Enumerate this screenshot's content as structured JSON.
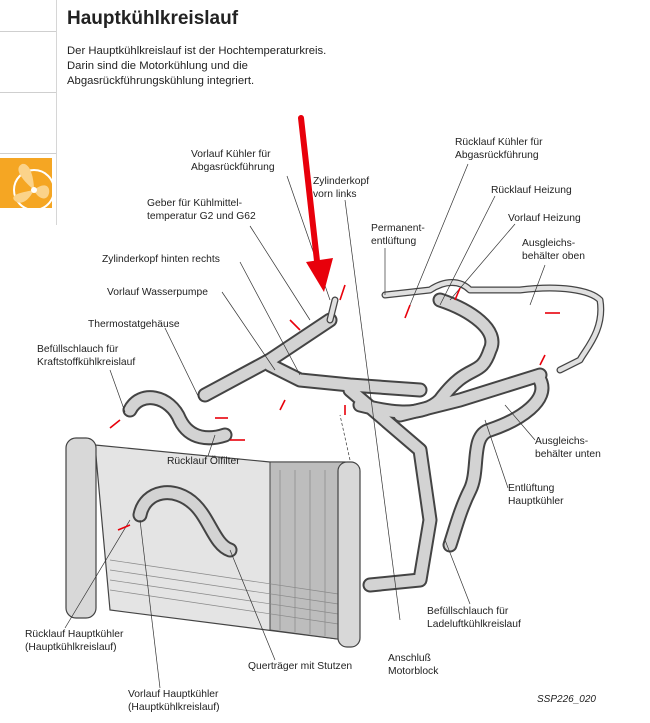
{
  "page": {
    "title": "Hauptkühlkreislauf",
    "intro": "Der Hauptkühlkreislauf ist der Hochtemperaturkreis. Darin sind die Motorkühlung und die Abgasrückführungskühlung integriert.",
    "figure_code": "SSP226_020"
  },
  "labels": {
    "vorlauf_kuehler_agr": "Vorlauf Kühler für\nAbgasrückführung",
    "zylinderkopf_vorn_links": "Zylinderkopf\nvorn links",
    "geber_kuehlmittel": "Geber für Kühlmittel-\ntemperatur G2 und G62",
    "zylinderkopf_hinten_rechts": "Zylinderkopf hinten rechts",
    "vorlauf_wasserpumpe": "Vorlauf Wasserpumpe",
    "thermostatgehaeuse": "Thermostatgehäuse",
    "befuellschlauch_kraftstoff": "Befüllschlauch für\nKraftstoffkühlkreislauf",
    "ruecklauf_oelfilter": "Rücklauf Ölfilter",
    "ruecklauf_kuehler_agr": "Rücklauf Kühler für\nAbgasrückführung",
    "ruecklauf_heizung": "Rücklauf Heizung",
    "vorlauf_heizung": "Vorlauf Heizung",
    "permanententlueftung": "Permanent-\nentlüftung",
    "ausgleichsbehaelter_oben": "Ausgleichs-\nbehälter oben",
    "ausgleichsbehaelter_unten": "Ausgleichs-\nbehälter unten",
    "entlueftung_hauptkuehler": "Entlüftung\nHauptkühler",
    "befuellschlauch_ladeluft": "Befüllschlauch für\nLadeluftkühlkreislauf",
    "ruecklauf_hauptkuehler": "Rücklauf Hauptkühler\n(Hauptkühlkreislauf)",
    "quertraeger": "Querträger mit Stutzen",
    "anschluss_motorblock": "Anschluß\nMotorblock",
    "vorlauf_hauptkuehler": "Vorlauf Hauptkühler\n(Hauptkühlkreislauf)"
  },
  "colors": {
    "accent": "#e8000b",
    "logo": "#f5a623",
    "pipe": "#cfcfcf",
    "outline": "#444444"
  }
}
